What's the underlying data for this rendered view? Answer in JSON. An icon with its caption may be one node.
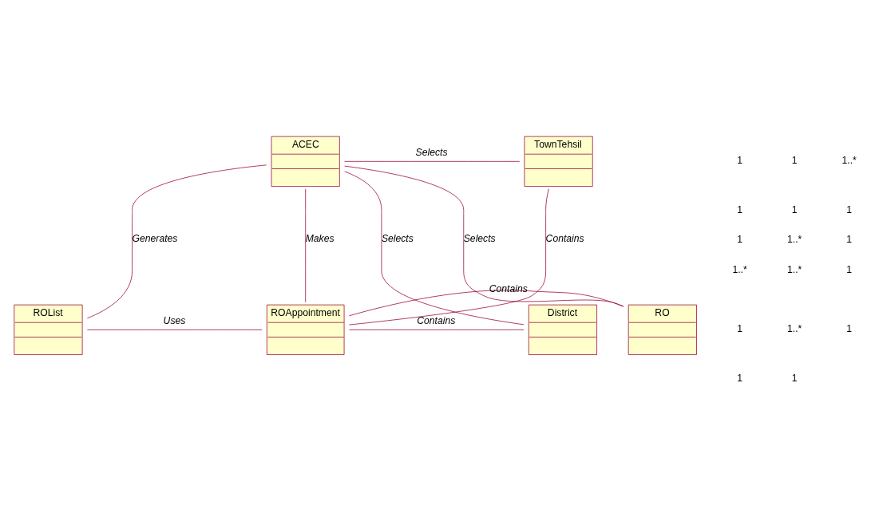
{
  "diagram": {
    "nodes": [
      {
        "text": [
          "ACEC"
        ]
      },
      {
        "text": [
          "TownTehsil"
        ]
      },
      {
        "text": [
          "ROList"
        ]
      },
      {
        "text": [
          "ROAppointment"
        ]
      },
      {
        "text": [
          "District"
        ]
      },
      {
        "text": [
          "RO"
        ]
      }
    ],
    "edges": [
      {
        "from": 0,
        "to": 5,
        "arrow": "none",
        "label": "Selects"
      },
      {
        "from": 0,
        "to": 1,
        "arrow": "none",
        "label": "Selects"
      },
      {
        "from": 0,
        "to": 2,
        "arrow": "none",
        "label": "Generates"
      },
      {
        "from": 0,
        "to": 3,
        "arrow": "none",
        "label": "Makes"
      },
      {
        "from": 0,
        "to": 4,
        "arrow": "none",
        "label": "Selects"
      },
      {
        "from": 2,
        "to": 3,
        "arrow": "none",
        "label": "Uses"
      },
      {
        "from": 3,
        "to": 4,
        "arrow": "none",
        "label": "Contains"
      },
      {
        "from": 3,
        "to": 1,
        "arrow": "none",
        "label": "Contains"
      },
      {
        "from": 3,
        "to": 5,
        "arrow": "none",
        "label": "Contains"
      }
    ],
    "labels": [
      "1",
      "1",
      "1",
      "1..*",
      "1",
      "1",
      "1",
      "1",
      "1..*",
      "1..*",
      "1..*",
      "1",
      "1..*",
      "1",
      "1",
      "1",
      "1"
    ]
  }
}
